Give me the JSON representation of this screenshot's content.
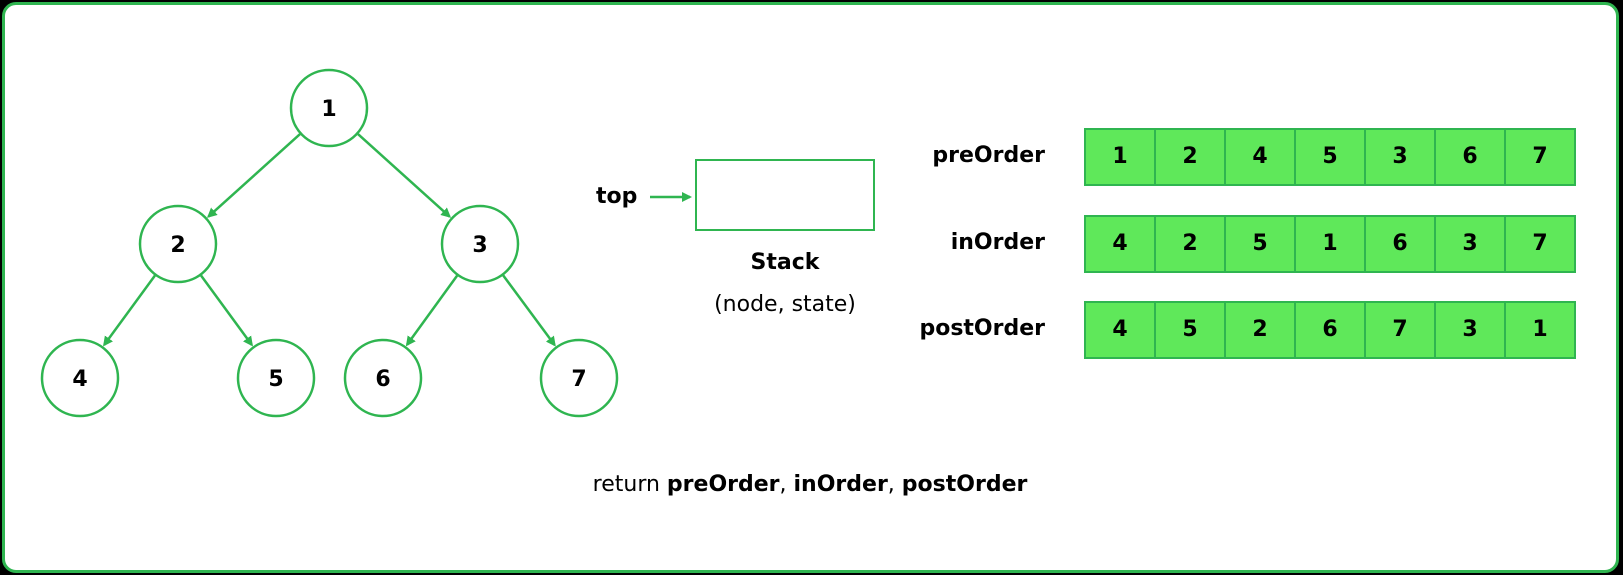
{
  "tree": {
    "nodes": [
      {
        "id": "1",
        "label": "1"
      },
      {
        "id": "2",
        "label": "2"
      },
      {
        "id": "3",
        "label": "3"
      },
      {
        "id": "4",
        "label": "4"
      },
      {
        "id": "5",
        "label": "5"
      },
      {
        "id": "6",
        "label": "6"
      },
      {
        "id": "7",
        "label": "7"
      }
    ],
    "edges": [
      {
        "from": "1",
        "to": "2"
      },
      {
        "from": "1",
        "to": "3"
      },
      {
        "from": "2",
        "to": "4"
      },
      {
        "from": "2",
        "to": "5"
      },
      {
        "from": "3",
        "to": "6"
      },
      {
        "from": "3",
        "to": "7"
      }
    ]
  },
  "stack": {
    "pointer_label": "top",
    "title": "Stack",
    "subtitle": "(node, state)"
  },
  "orders": [
    {
      "label": "preOrder",
      "values": [
        "1",
        "2",
        "4",
        "5",
        "3",
        "6",
        "7"
      ]
    },
    {
      "label": "inOrder",
      "values": [
        "4",
        "2",
        "5",
        "1",
        "6",
        "3",
        "7"
      ]
    },
    {
      "label": "postOrder",
      "values": [
        "4",
        "5",
        "2",
        "6",
        "7",
        "3",
        "1"
      ]
    }
  ],
  "return_line": {
    "prefix": "return ",
    "pre": "preOrder",
    "sep1": ", ",
    "in": "inOrder",
    "sep2": ", ",
    "post": "postOrder"
  },
  "colors": {
    "accent": "#2fb550",
    "cell_fill": "#5fe85a",
    "background": "#ffffff",
    "outer": "#000000"
  }
}
